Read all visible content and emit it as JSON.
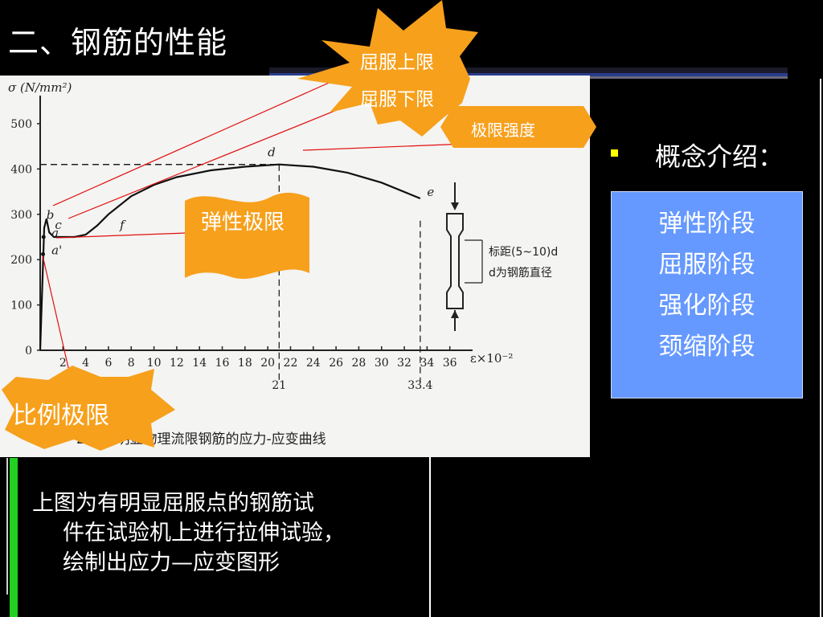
{
  "title": "二、钢筋的性能",
  "concept": {
    "label": "概念介绍：",
    "stages": [
      "弹性阶段",
      "屈服阶段",
      "强化阶段",
      "颈缩阶段"
    ]
  },
  "caption": {
    "lines": [
      "上图为有明显屈服点的钢筋试",
      "件在试验机上进行拉伸试验，",
      "绘制出应力—应变图形"
    ]
  },
  "callouts": {
    "yield_upper": "屈服上限",
    "yield_lower": "屈服下限",
    "ultimate": "极限强度",
    "elastic": "弹性极限",
    "proportional": "比例极限"
  },
  "colors": {
    "burst": "#f7a01c",
    "stage_box": "#6699ff",
    "bullet": "#ffff00",
    "green_bar": "#21d021",
    "pointer": "#e01010"
  },
  "chart_data": {
    "type": "line",
    "ylabel": "σ (N/mm²)",
    "xlabel": "ε×10⁻²",
    "x_ticks": [
      2,
      4,
      6,
      8,
      10,
      12,
      14,
      16,
      18,
      20,
      22,
      24,
      26,
      28,
      30,
      32,
      34,
      36
    ],
    "y_ticks": [
      0,
      100,
      200,
      300,
      400,
      500
    ],
    "xlim": [
      0,
      38
    ],
    "ylim": [
      0,
      530
    ],
    "ref_lines": {
      "x_values": [
        21,
        33.4
      ],
      "y_value": 410
    },
    "x_marks": [
      "21",
      "33.4"
    ],
    "point_labels": [
      {
        "name": "b",
        "x": 0.55,
        "y": 290
      },
      {
        "name": "c",
        "x": 1.3,
        "y": 268
      },
      {
        "name": "a",
        "x": 1.0,
        "y": 250
      },
      {
        "name": "a'",
        "x": 1.0,
        "y": 212
      },
      {
        "name": "f",
        "x": 7.0,
        "y": 268
      },
      {
        "name": "d",
        "x": 20.0,
        "y": 428
      },
      {
        "name": "e",
        "x": 34.0,
        "y": 340
      }
    ],
    "series": [
      {
        "x": [
          0,
          0.35,
          0.55,
          0.8,
          1.2,
          2.0,
          3.0,
          4.0,
          5.0,
          6.0,
          8.0,
          10.0,
          12.0,
          15.0,
          18.0,
          21.0,
          24.0,
          27.0,
          30.0,
          33.4
        ],
        "y": [
          0,
          270,
          290,
          260,
          250,
          250,
          250,
          255,
          275,
          300,
          340,
          365,
          382,
          397,
          405,
          410,
          405,
          392,
          370,
          335
        ]
      }
    ],
    "specimen_note": [
      "标距(5~10)d",
      "d为钢筋直径"
    ],
    "figure_caption": "2.4 有明显物理流限钢筋的应力-应变曲线"
  }
}
